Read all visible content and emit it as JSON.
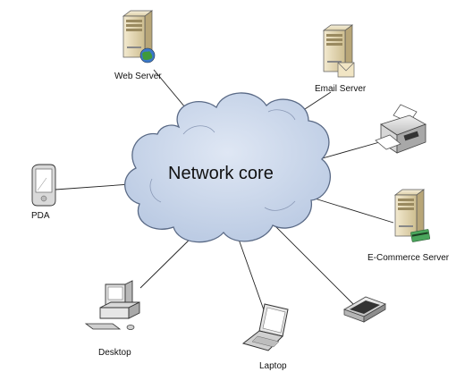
{
  "core": {
    "label": "Network core"
  },
  "devices": {
    "web_server": {
      "label": "Web Server",
      "icon": "web-server-icon"
    },
    "email_server": {
      "label": "Email Server",
      "icon": "email-server-icon"
    },
    "printer": {
      "label": "",
      "icon": "printer-icon"
    },
    "ecommerce_server": {
      "label": "E-Commerce Server",
      "icon": "ecommerce-server-icon"
    },
    "scanner": {
      "label": "",
      "icon": "scanner-icon"
    },
    "laptop": {
      "label": "Laptop",
      "icon": "laptop-icon"
    },
    "desktop": {
      "label": "Desktop",
      "icon": "desktop-icon"
    },
    "pda": {
      "label": "PDA",
      "icon": "pda-icon"
    }
  },
  "colors": {
    "cloud_fill": "#c9d6ea",
    "cloud_stroke": "#5a6a86",
    "server_body": "#e8dcb8",
    "line": "#222222"
  }
}
